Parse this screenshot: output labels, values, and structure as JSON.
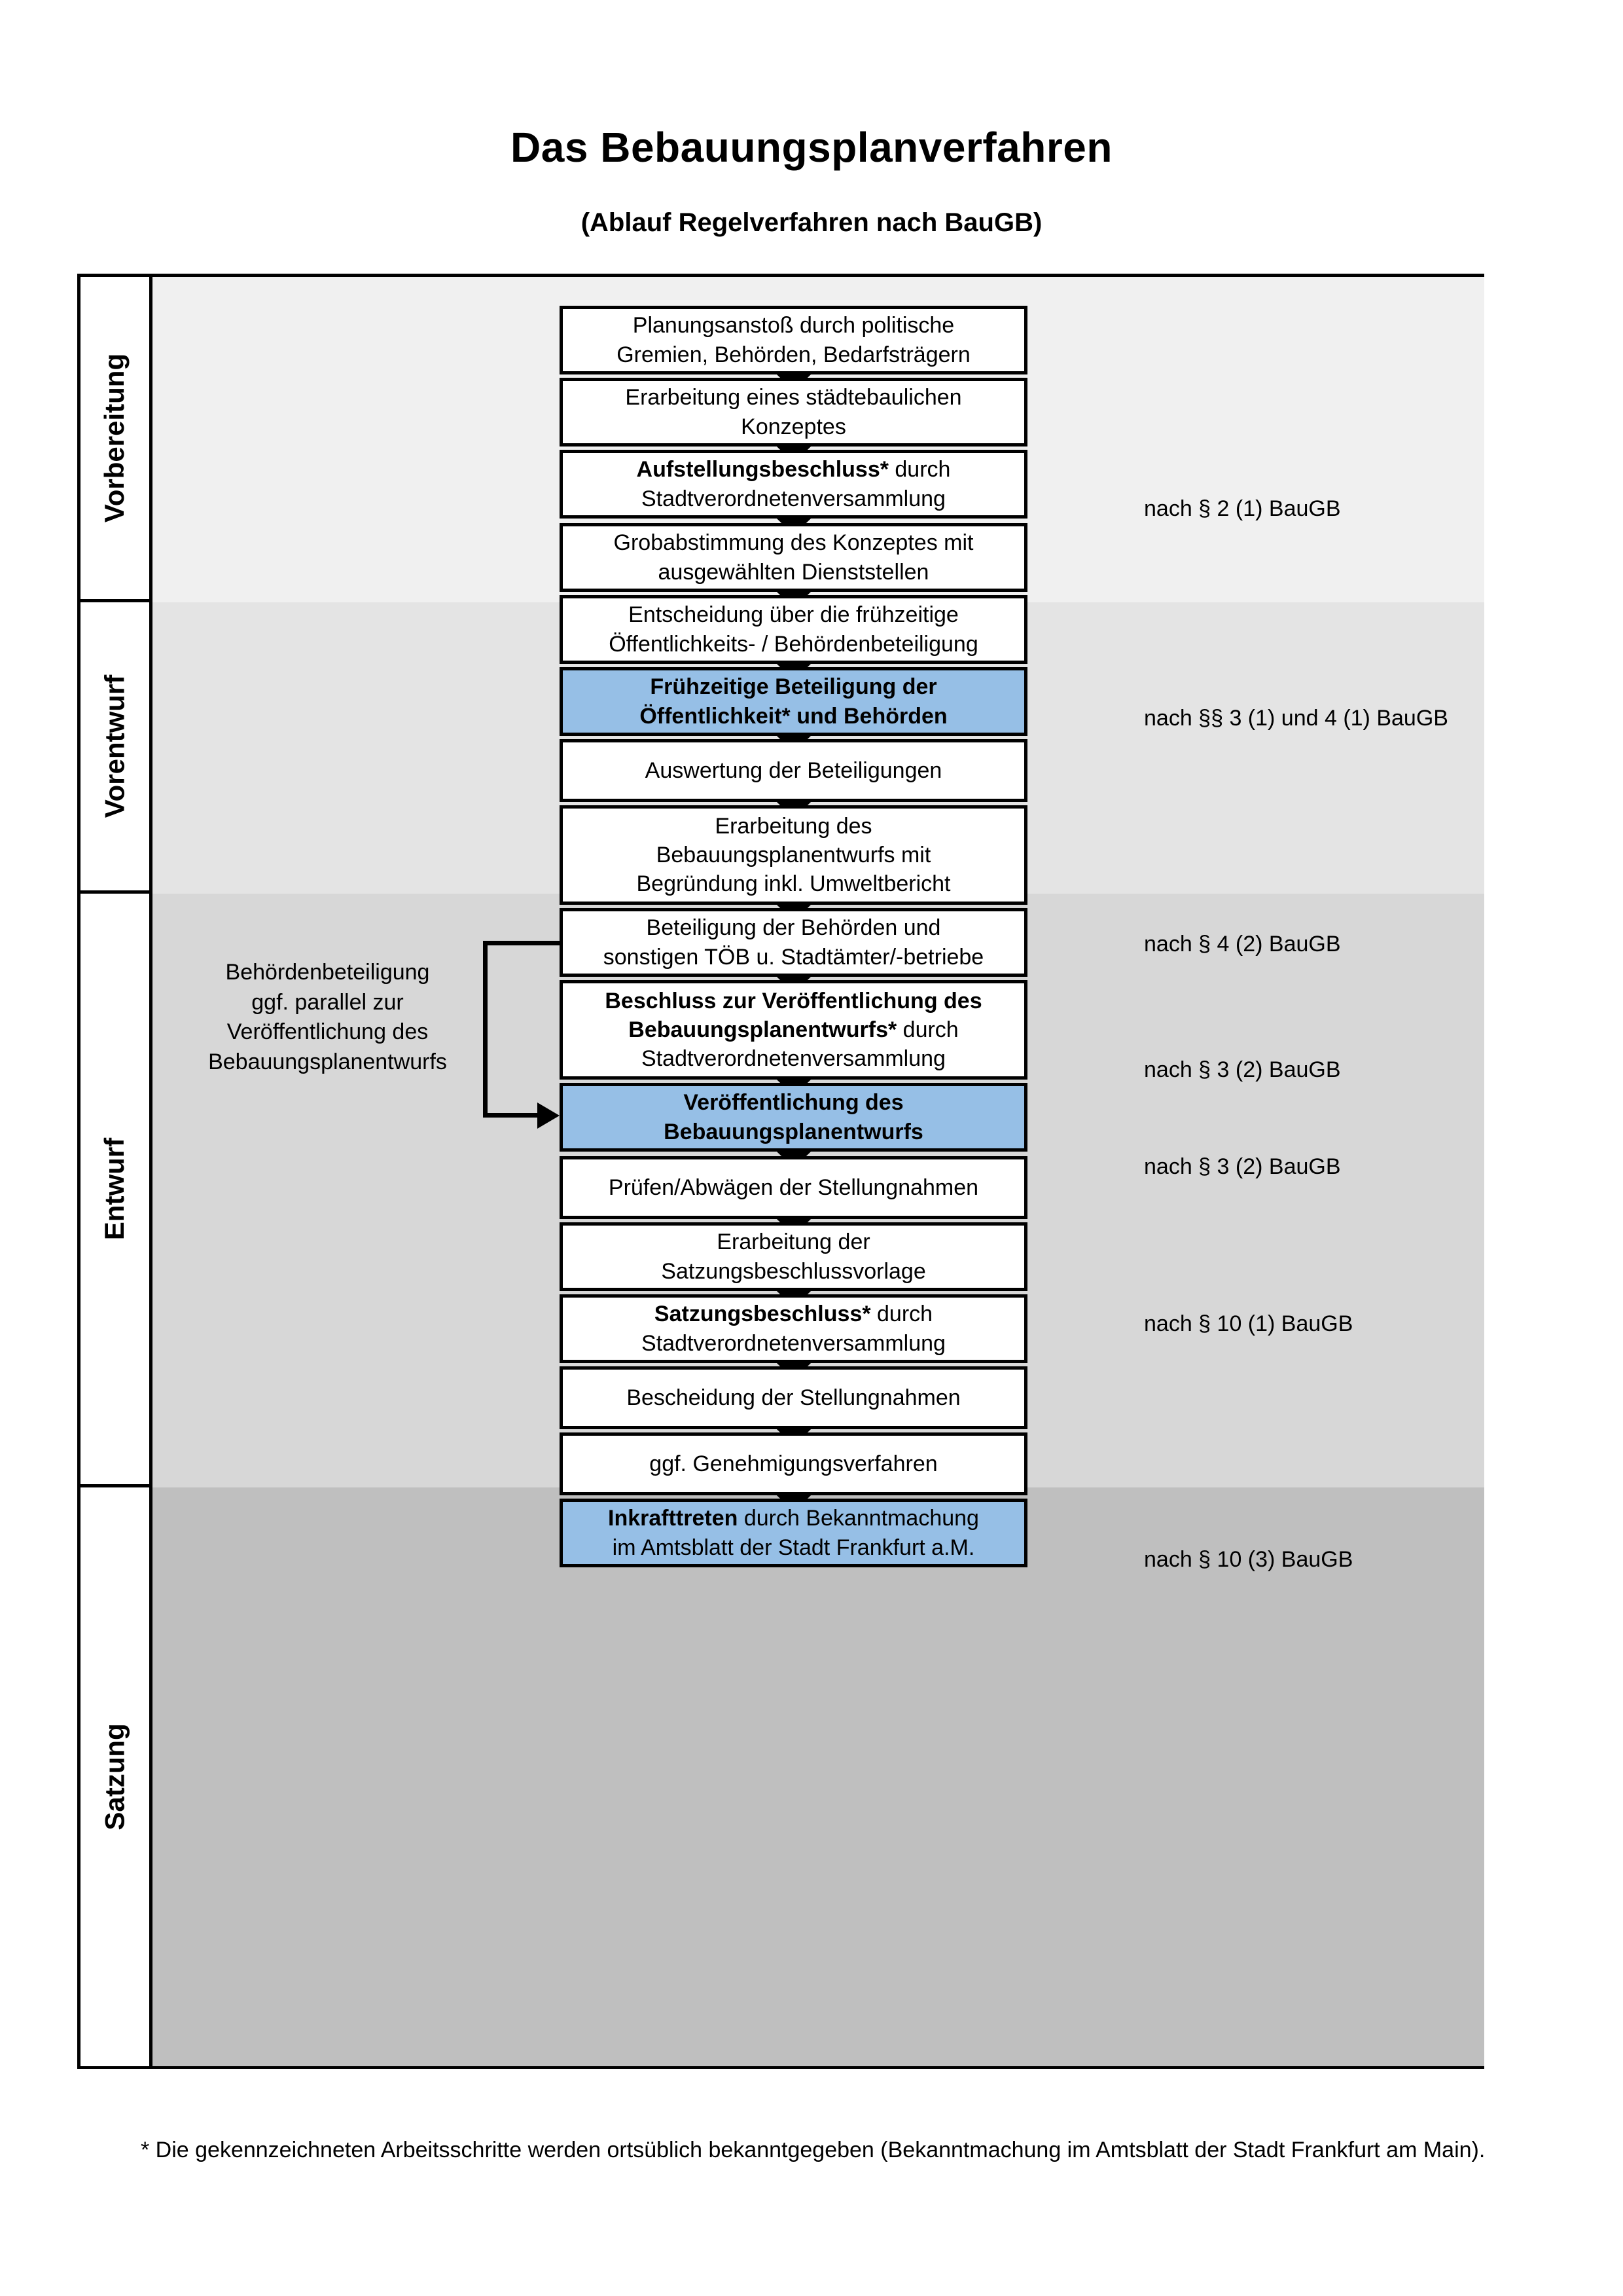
{
  "header": {
    "title": "Das Bebauungsplanverfahren",
    "subtitle": "(Ablauf Regelverfahren nach BauGB)"
  },
  "sections": [
    {
      "label": "Vorbereitung",
      "band_color": "#F0F0F0"
    },
    {
      "label": "Vorentwurf",
      "band_color": "#E4E4E4"
    },
    {
      "label": "Entwurf",
      "band_color": "#D7D7D7"
    },
    {
      "label": "Satzung",
      "band_color": "#BFBFBF"
    }
  ],
  "steps": [
    {
      "id": "planungsanstoss",
      "section": "Vorbereitung",
      "line1": "Planungsanstoß durch politische",
      "line2": "Gremien, Behörden, Bedarfsträgern",
      "highlighted": false
    },
    {
      "id": "konzept",
      "section": "Vorbereitung",
      "line1": "Erarbeitung eines städtebaulichen",
      "line2": "Konzeptes",
      "highlighted": false
    },
    {
      "id": "aufstellungsbeschluss",
      "section": "Vorbereitung",
      "line1_bold": "Aufstellungsbeschluss*",
      "line1_rest": " durch",
      "line2": "Stadtverordnetenversammlung",
      "highlighted": false
    },
    {
      "id": "grobabstimmung",
      "section": "Vorentwurf",
      "line1": "Grobabstimmung des Konzeptes mit",
      "line2": "ausgewählten Dienststellen",
      "highlighted": false
    },
    {
      "id": "entscheidung-fruehzeitig",
      "section": "Vorentwurf",
      "line1": "Entscheidung über die frühzeitige",
      "line2": "Öffentlichkeits- / Behördenbeteiligung",
      "highlighted": false
    },
    {
      "id": "fruehzeitige-beteiligung",
      "section": "Vorentwurf",
      "line1_bold": "Frühzeitige Beteiligung der",
      "line2_bold": "Öffentlichkeit* und Behörden",
      "highlighted": true
    },
    {
      "id": "auswertung",
      "section": "Entwurf",
      "line1": "Auswertung der Beteiligungen",
      "highlighted": false
    },
    {
      "id": "erarbeitung-entwurf",
      "section": "Entwurf",
      "line1": "Erarbeitung des",
      "line2": "Bebauungsplanentwurfs mit",
      "line3": "Begründung inkl. Umweltbericht",
      "highlighted": false
    },
    {
      "id": "beteiligung-behoerden",
      "section": "Entwurf",
      "line1": "Beteiligung der Behörden und",
      "line2": "sonstigen TÖB u. Stadtämter/-betriebe",
      "highlighted": false
    },
    {
      "id": "beschluss-veroeffentlichung",
      "section": "Entwurf",
      "line1_bold": "Beschluss zur Veröffentlichung des",
      "line2_bold": "Bebauungsplanentwurfs*",
      "line2_rest": " durch",
      "line3": "Stadtverordnetenversammlung",
      "highlighted": false
    },
    {
      "id": "veroeffentlichung",
      "section": "Entwurf",
      "line1_bold": "Veröffentlichung des",
      "line2_bold": "Bebauungsplanentwurfs",
      "highlighted": true
    },
    {
      "id": "pruefen-abwaegen",
      "section": "Satzung",
      "line1": "Prüfen/Abwägen der Stellungnahmen",
      "highlighted": false
    },
    {
      "id": "satzungsbeschlussvorlage",
      "section": "Satzung",
      "line1": "Erarbeitung der",
      "line2": "Satzungsbeschlussvorlage",
      "highlighted": false
    },
    {
      "id": "satzungsbeschluss",
      "section": "Satzung",
      "line1_bold": "Satzungsbeschluss*",
      "line1_rest": " durch",
      "line2": "Stadtverordnetenversammlung",
      "highlighted": false
    },
    {
      "id": "bescheidung",
      "section": "Satzung",
      "line1": "Bescheidung der Stellungnahmen",
      "highlighted": false
    },
    {
      "id": "genehmigungsverfahren",
      "section": "Satzung",
      "line1": "ggf. Genehmigungsverfahren",
      "highlighted": false
    },
    {
      "id": "inkrafttreten",
      "section": "Satzung",
      "line1_bold": "Inkrafttreten",
      "line1_rest": " durch Bekanntmachung",
      "line2": "im Amtsblatt der Stadt Frankfurt a.M.",
      "highlighted": true
    }
  ],
  "legal_refs": [
    {
      "id": "ref-par2-1",
      "text": "nach § 2 (1) BauGB"
    },
    {
      "id": "ref-par3-4-1",
      "text": "nach §§ 3 (1) und 4 (1) BauGB"
    },
    {
      "id": "ref-par4-2",
      "text": "nach § 4 (2) BauGB"
    },
    {
      "id": "ref-par3-2a",
      "text": "nach § 3 (2) BauGB"
    },
    {
      "id": "ref-par3-2b",
      "text": "nach § 3 (2) BauGB"
    },
    {
      "id": "ref-par10-1",
      "text": "nach § 10 (1) BauGB"
    },
    {
      "id": "ref-par10-3",
      "text": "nach § 10 (3) BauGB"
    }
  ],
  "sidenote": {
    "line1": "Behördenbeteiligung",
    "line2": "ggf. parallel zur",
    "line3": "Veröffentlichung des",
    "line4": "Bebauungsplanentwurfs"
  },
  "footnote": {
    "text": "* Die gekennzeichneten Arbeitsschritte werden ortsüblich bekanntgegeben (Bekanntmachung im Amtsblatt  der Stadt Frankfurt am Main)."
  },
  "colors": {
    "highlight_blue": "#96BFE6",
    "border_black": "#000000",
    "band_vorbereitung": "#F0F0F0",
    "band_vorentwurf": "#E4E4E4",
    "band_entwurf": "#D7D7D7",
    "band_satzung": "#BFBFBF"
  }
}
